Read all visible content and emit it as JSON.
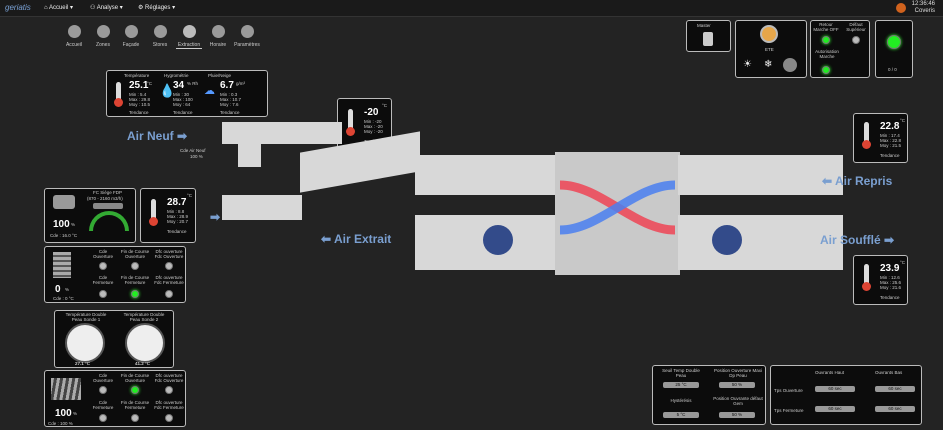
{
  "app": {
    "logo": "geriatis",
    "menus": [
      "Accueil",
      "Analyse",
      "Réglages"
    ],
    "time": "12:36:46",
    "site": "Coveris"
  },
  "nav": [
    "Accueil",
    "Zones",
    "Façade",
    "Stores",
    "Extraction",
    "Horaire",
    "Paramètres"
  ],
  "weather": {
    "temp_header": "Température",
    "hygro_header": "Hygrométrie",
    "rain_header": "Pluie/Neige",
    "temp": "25.1",
    "temp_unit": "°C",
    "hygro": "34",
    "hygro_unit": "% Rh",
    "rain": "6.7",
    "rain_unit": "g/m³",
    "temp_stats": "Min : 5.4\nMax : 29.8\nMoy : 10.5",
    "hygro_stats": "Min : 30\nMax : 100\nMoy : 64",
    "rain_stats": "Min : 0.3\nMax : 10.7\nMoy : 7.6",
    "trend": "Tendance"
  },
  "outside_temp": {
    "value": "-20",
    "unit": "°C",
    "stats": "Min : -20\nMax : -20\nMoy : -20",
    "trend": "Tendance"
  },
  "labels": {
    "air_neuf": "Air Neuf",
    "air_extrait": "Air Extrait",
    "air_repris": "Air Repris",
    "air_souffle": "Air Soufflé",
    "cde_air_neuf": "Cde Air Neuf",
    "cde_air_neuf_val": "100 %"
  },
  "fan": {
    "title": "FC Siège FDP",
    "range": "(870 - 2160 m3/h)",
    "pct": "100",
    "pct_unit": "%",
    "cde": "Cde : 16.0 °C"
  },
  "supply_temp": {
    "value": "28.7",
    "unit": "°C",
    "stats": "Min : 8.8\nMax : 28.9\nMoy : 20.7",
    "trend": "Tendance"
  },
  "damper1": {
    "pct": "0",
    "pct_unit": "%",
    "cde": "Cde : 0 °C",
    "labels": [
      "Cde Ouverture",
      "Fin de Course Ouverture",
      "Dfc ouverture Fdc Ouverture",
      "Cde Fermeture",
      "Fin de Course Fermeture",
      "Dfc ouverture Fdc Fermeture"
    ]
  },
  "gauges": {
    "title1": "Température Double Peau Sonde 1",
    "title2": "Température Double Peau Sonde 2",
    "val1": "27.1 °C",
    "val2": "41.2 °C"
  },
  "damper2": {
    "pct": "100",
    "pct_unit": "%",
    "cde": "Cde : 100 %",
    "labels": [
      "Cde Ouverture",
      "Fin de Course Ouverture",
      "Dfc ouverture Fdc Ouverture",
      "Cde Fermeture",
      "Fin de Course Fermeture",
      "Dfc ouverture Fdc Fermeture"
    ]
  },
  "repris_temp": {
    "value": "22.8",
    "unit": "°C",
    "stats": "Min : 17.4\nMax : 22.8\nMoy : 21.5",
    "trend": "Tendance"
  },
  "souffle_temp": {
    "value": "23.9",
    "unit": "°C",
    "stats": "Min : 12.6\nMax : 25.6\nMoy : 21.6",
    "trend": "Tendance"
  },
  "mode": {
    "master": "Master",
    "season": "ETE",
    "retour_marche": "Retour Marche OFF",
    "defaut": "Défaut Supérieur",
    "auto_marche": "Autorisation Marche",
    "counter": "0 / 0"
  },
  "settings1": {
    "seuil": "Seuil Temp Double Peau",
    "pos": "Position Ouverture Maxi Dp Peau",
    "hyst": "Hystérésis",
    "pos2": "Position Ouvrante défaut Gem",
    "v1": "25 °C",
    "v2": "50 %",
    "v3": "5 °C",
    "v4": "50 %"
  },
  "settings2": {
    "haut": "Ouvrants Haut",
    "bas": "Ouvrants Bas",
    "tps_ouv": "Tps Ouverture",
    "tps_ferm": "Tps Fermeture",
    "v": "60 sec"
  }
}
